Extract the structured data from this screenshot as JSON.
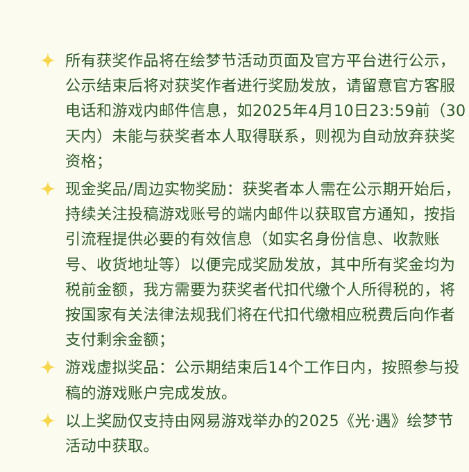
{
  "colors": {
    "background": "#fbfbef",
    "text": "#2f5a2b",
    "star": "#f6d64a"
  },
  "rules": [
    {
      "icon": "sparkle-star-icon",
      "text": "所有获奖作品将在绘梦节活动页面及官方平台进行公示，公示结束后将对获奖作者进行奖励发放，请留意官方客服电话和游戏内邮件信息，如2025年4月10日23:59前（30天内）未能与获奖者本人取得联系，则视为自动放弃获奖资格；"
    },
    {
      "icon": "sparkle-star-icon",
      "text": "现金奖品/周边实物奖励：获奖者本人需在公示期开始后，持续关注投稿游戏账号的端内邮件以获取官方通知，按指引流程提供必要的有效信息（如实名身份信息、收款账号、收货地址等）以便完成奖励发放，其中所有奖金均为税前金额，我方需要为获奖者代扣代缴个人所得税的，将按国家有关法律法规我们将在代扣代缴相应税费后向作者支付剩余金额；"
    },
    {
      "icon": "sparkle-star-icon",
      "text": "游戏虚拟奖品：公示期结束后14个工作日内，按照参与投稿的游戏账户完成发放。"
    },
    {
      "icon": "sparkle-star-icon",
      "text": "以上奖励仅支持由网易游戏举办的2025《光·遇》绘梦节活动中获取。"
    }
  ]
}
